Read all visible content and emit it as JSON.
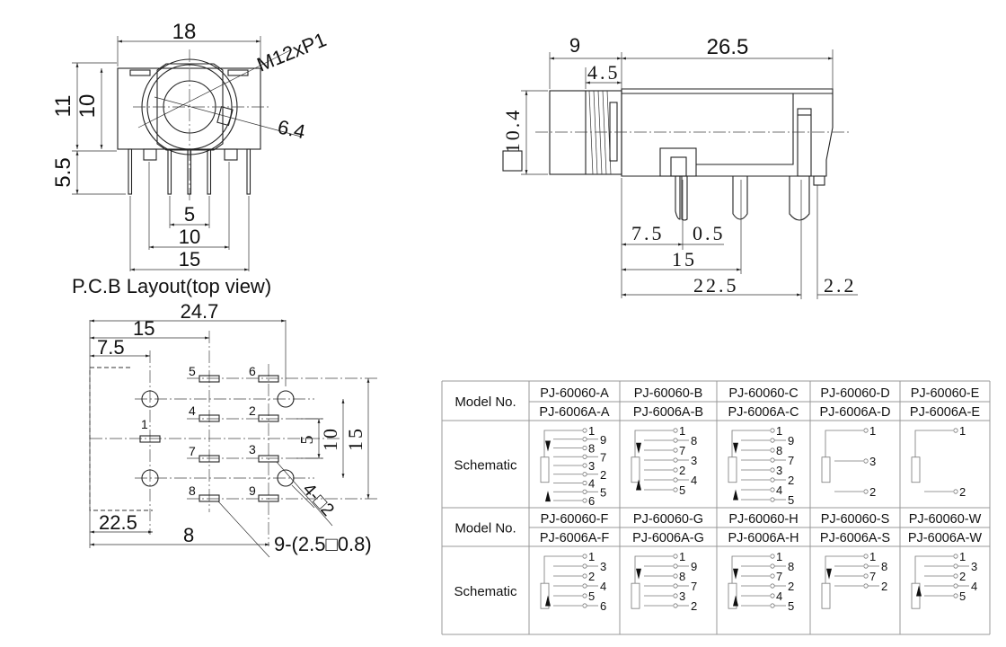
{
  "front_view": {
    "dim_width": "18",
    "dim_height_outer": "11",
    "dim_height_inner": "10",
    "dim_thread": "M12xP1",
    "dim_bore": "6.4",
    "dim_pin_length": "5.5",
    "dim_pitch_5": "5",
    "dim_pitch_10": "10",
    "dim_pitch_15": "15"
  },
  "side_view": {
    "dim_front": "9",
    "dim_thread_len": "4.5",
    "dim_body": "26.5",
    "dim_diameter": "10.4",
    "dim_7_5": "7.5",
    "dim_0_5": "0.5",
    "dim_15": "15",
    "dim_22_5": "22.5",
    "dim_2_2": "2.2"
  },
  "pcb_layout": {
    "title": "P.C.B Layout(top view)",
    "dim_total": "24.7",
    "dim_15": "15",
    "dim_7_5": "7.5",
    "dim_22_5": "22.5",
    "dim_8": "8",
    "dim_v5": "5",
    "dim_v10": "10",
    "dim_v15": "15",
    "holes_note": "4-□2",
    "pads_note": "9-(2.5□0.8)",
    "pad_labels": [
      "5",
      "6",
      "4",
      "2",
      "1",
      "7",
      "3",
      "8",
      "9"
    ]
  },
  "table": {
    "model_label": "Model No.",
    "schematic_label": "Schematic",
    "groups": [
      {
        "models": [
          {
            "a": "PJ-60060-A",
            "b": "PJ-6006A-A",
            "pins": [
              "1",
              "9",
              "8",
              "7",
              "3",
              "2",
              "4",
              "5",
              "6"
            ],
            "tip": true,
            "sw_top": true,
            "sw_bot": true
          },
          {
            "a": "PJ-60060-B",
            "b": "PJ-6006A-B",
            "pins": [
              "1",
              "8",
              "7",
              "3",
              "2",
              "4",
              "5"
            ],
            "tip": true,
            "sw_top": true,
            "sw_bot": true
          },
          {
            "a": "PJ-60060-C",
            "b": "PJ-6006A-C",
            "pins": [
              "1",
              "9",
              "8",
              "7",
              "3",
              "2",
              "4",
              "5"
            ],
            "tip": true,
            "sw_top": true,
            "sw_bot": true
          },
          {
            "a": "PJ-60060-D",
            "b": "PJ-6006A-D",
            "pins": [
              "1",
              "3",
              "2"
            ],
            "tip": true,
            "sw_top": false,
            "sw_bot": false
          },
          {
            "a": "PJ-60060-E",
            "b": "PJ-6006A-E",
            "pins": [
              "1",
              "2"
            ],
            "tip": true,
            "sw_top": false,
            "sw_bot": false
          }
        ]
      },
      {
        "models": [
          {
            "a": "PJ-60060-F",
            "b": "PJ-6006A-F",
            "pins": [
              "1",
              "3",
              "2",
              "4",
              "5",
              "6"
            ],
            "tip": true,
            "sw_top": false,
            "sw_bot": true
          },
          {
            "a": "PJ-60060-G",
            "b": "PJ-6006A-G",
            "pins": [
              "1",
              "9",
              "8",
              "7",
              "3",
              "2"
            ],
            "tip": true,
            "sw_top": true,
            "sw_bot": false
          },
          {
            "a": "PJ-60060-H",
            "b": "PJ-6006A-H",
            "pins": [
              "1",
              "8",
              "7",
              "2",
              "4",
              "5"
            ],
            "tip": true,
            "sw_top": true,
            "sw_bot": true
          },
          {
            "a": "PJ-60060-S",
            "b": "PJ-6006A-S",
            "pins": [
              "1",
              "8",
              "7",
              "2"
            ],
            "tip": true,
            "sw_top": true,
            "sw_bot": false
          },
          {
            "a": "PJ-60060-W",
            "b": "PJ-6006A-W",
            "pins": [
              "1",
              "3",
              "2",
              "4",
              "5"
            ],
            "tip": true,
            "sw_top": false,
            "sw_bot": true
          }
        ]
      }
    ]
  }
}
